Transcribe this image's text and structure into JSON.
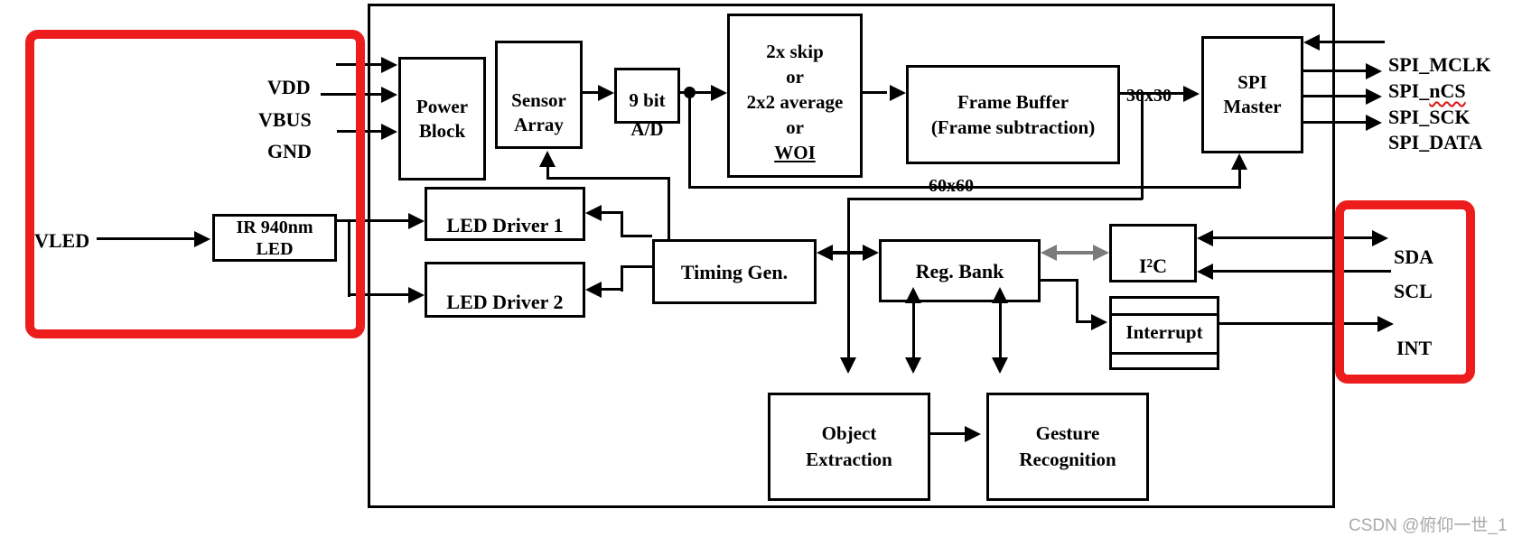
{
  "external": {
    "vdd": "VDD",
    "vbus": "VBUS",
    "gnd": "GND",
    "vled": "VLED"
  },
  "blocks": {
    "power": {
      "line1": "Power",
      "line2": "Block"
    },
    "sensor": {
      "line1": "Sensor",
      "line2": "Array"
    },
    "adc": {
      "line1": "9 bit",
      "line2": "A/D"
    },
    "downsample": {
      "line1": "2x skip",
      "line2": "or",
      "line3": "2x2 average",
      "line4": "or",
      "line5": "WOI"
    },
    "frame_buffer": {
      "line1": "Frame Buffer",
      "line2": "(Frame subtraction)"
    },
    "spi_master": {
      "line1": "SPI",
      "line2": "Master"
    },
    "ir_led": {
      "line1": "IR 940nm",
      "line2": "LED"
    },
    "led_driver1": "LED Driver 1",
    "led_driver2": "LED Driver 2",
    "timing_gen": "Timing Gen.",
    "reg_bank": "Reg. Bank",
    "i2c": "I²C",
    "interrupt": "Interrupt",
    "object_extraction": {
      "line1": "Object",
      "line2": "Extraction"
    },
    "gesture_recognition": {
      "line1": "Gesture",
      "line2": "Recognition"
    }
  },
  "bus_labels": {
    "res30": "30x30",
    "res60": "60x60"
  },
  "ports": {
    "spi_mclk": "SPI_MCLK",
    "spi_ncs_prefix": "SPI_",
    "spi_ncs_word": "nCS",
    "spi_sck": "SPI_SCK",
    "spi_data": "SPI_DATA",
    "sda": "SDA",
    "scl": "SCL",
    "int": "INT"
  },
  "colors": {
    "highlight_red": "#ee1d1d",
    "line_black": "#000000",
    "gray_arrow": "#7b7b7b",
    "watermark_gray": "#a9a9a9"
  },
  "watermark": "CSDN @俯仰一世_1"
}
